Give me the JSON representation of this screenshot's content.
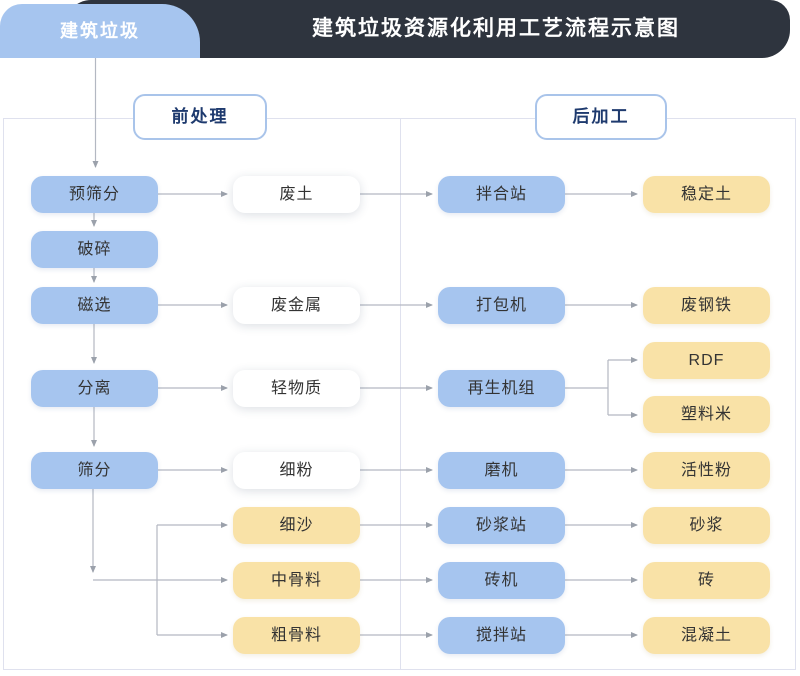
{
  "header": {
    "tab_label": "建筑垃圾",
    "title": "建筑垃圾资源化利用工艺流程示意图"
  },
  "sections": {
    "pre_label": "前处理",
    "post_label": "后加工"
  },
  "colors": {
    "header_bar": "#2e343e",
    "tab_blue": "#a6c5ef",
    "node_blue": "#a6c5ef",
    "node_yellow": "#f9e2a7",
    "node_white": "#ffffff",
    "badge_border": "#a9c4ea",
    "badge_text": "#1e3a6e",
    "connector_gray": "#adb3bd",
    "panel_border": "#dfe1ee"
  },
  "flow": {
    "nodes": [
      {
        "id": "pre-screening",
        "label": "预筛分",
        "col": 1,
        "row": 1,
        "type": "blue"
      },
      {
        "id": "crushing",
        "label": "破碎",
        "col": 1,
        "row": 2,
        "type": "blue"
      },
      {
        "id": "magnetic-separation",
        "label": "磁选",
        "col": 1,
        "row": 3,
        "type": "blue"
      },
      {
        "id": "separation",
        "label": "分离",
        "col": 1,
        "row": 5,
        "type": "blue"
      },
      {
        "id": "screening",
        "label": "筛分",
        "col": 1,
        "row": 7,
        "type": "blue"
      },
      {
        "id": "waste-soil",
        "label": "废土",
        "col": 2,
        "row": 1,
        "type": "white"
      },
      {
        "id": "waste-metal",
        "label": "废金属",
        "col": 2,
        "row": 3,
        "type": "white"
      },
      {
        "id": "light-material",
        "label": "轻物质",
        "col": 2,
        "row": 5,
        "type": "white"
      },
      {
        "id": "fine-powder",
        "label": "细粉",
        "col": 2,
        "row": 7,
        "type": "white"
      },
      {
        "id": "fine-sand",
        "label": "细沙",
        "col": 2,
        "row": 8,
        "type": "yellow"
      },
      {
        "id": "medium-aggregate",
        "label": "中骨料",
        "col": 2,
        "row": 9,
        "type": "yellow"
      },
      {
        "id": "coarse-aggregate",
        "label": "粗骨料",
        "col": 2,
        "row": 10,
        "type": "yellow"
      },
      {
        "id": "mixing-plant",
        "label": "拌合站",
        "col": 3,
        "row": 1,
        "type": "blue"
      },
      {
        "id": "baler",
        "label": "打包机",
        "col": 3,
        "row": 3,
        "type": "blue"
      },
      {
        "id": "regeneration-unit",
        "label": "再生机组",
        "col": 3,
        "row": 5,
        "type": "blue"
      },
      {
        "id": "mill",
        "label": "磨机",
        "col": 3,
        "row": 7,
        "type": "blue"
      },
      {
        "id": "mortar-station",
        "label": "砂浆站",
        "col": 3,
        "row": 8,
        "type": "blue"
      },
      {
        "id": "brick-machine",
        "label": "砖机",
        "col": 3,
        "row": 9,
        "type": "blue"
      },
      {
        "id": "agitating-station",
        "label": "搅拌站",
        "col": 3,
        "row": 10,
        "type": "blue"
      },
      {
        "id": "stabilized-soil",
        "label": "稳定土",
        "col": 4,
        "row": 1,
        "type": "yellow"
      },
      {
        "id": "waste-steel",
        "label": "废钢铁",
        "col": 4,
        "row": 3,
        "type": "yellow"
      },
      {
        "id": "rdf",
        "label": "RDF",
        "col": 4,
        "row": 4,
        "type": "yellow"
      },
      {
        "id": "plastic-pellets",
        "label": "塑料米",
        "col": 4,
        "row": 6,
        "type": "yellow"
      },
      {
        "id": "active-powder",
        "label": "活性粉",
        "col": 4,
        "row": 7,
        "type": "yellow"
      },
      {
        "id": "mortar",
        "label": "砂浆",
        "col": 4,
        "row": 8,
        "type": "yellow"
      },
      {
        "id": "brick",
        "label": "砖",
        "col": 4,
        "row": 9,
        "type": "yellow"
      },
      {
        "id": "concrete",
        "label": "混凝土",
        "col": 4,
        "row": 10,
        "type": "yellow"
      }
    ]
  }
}
